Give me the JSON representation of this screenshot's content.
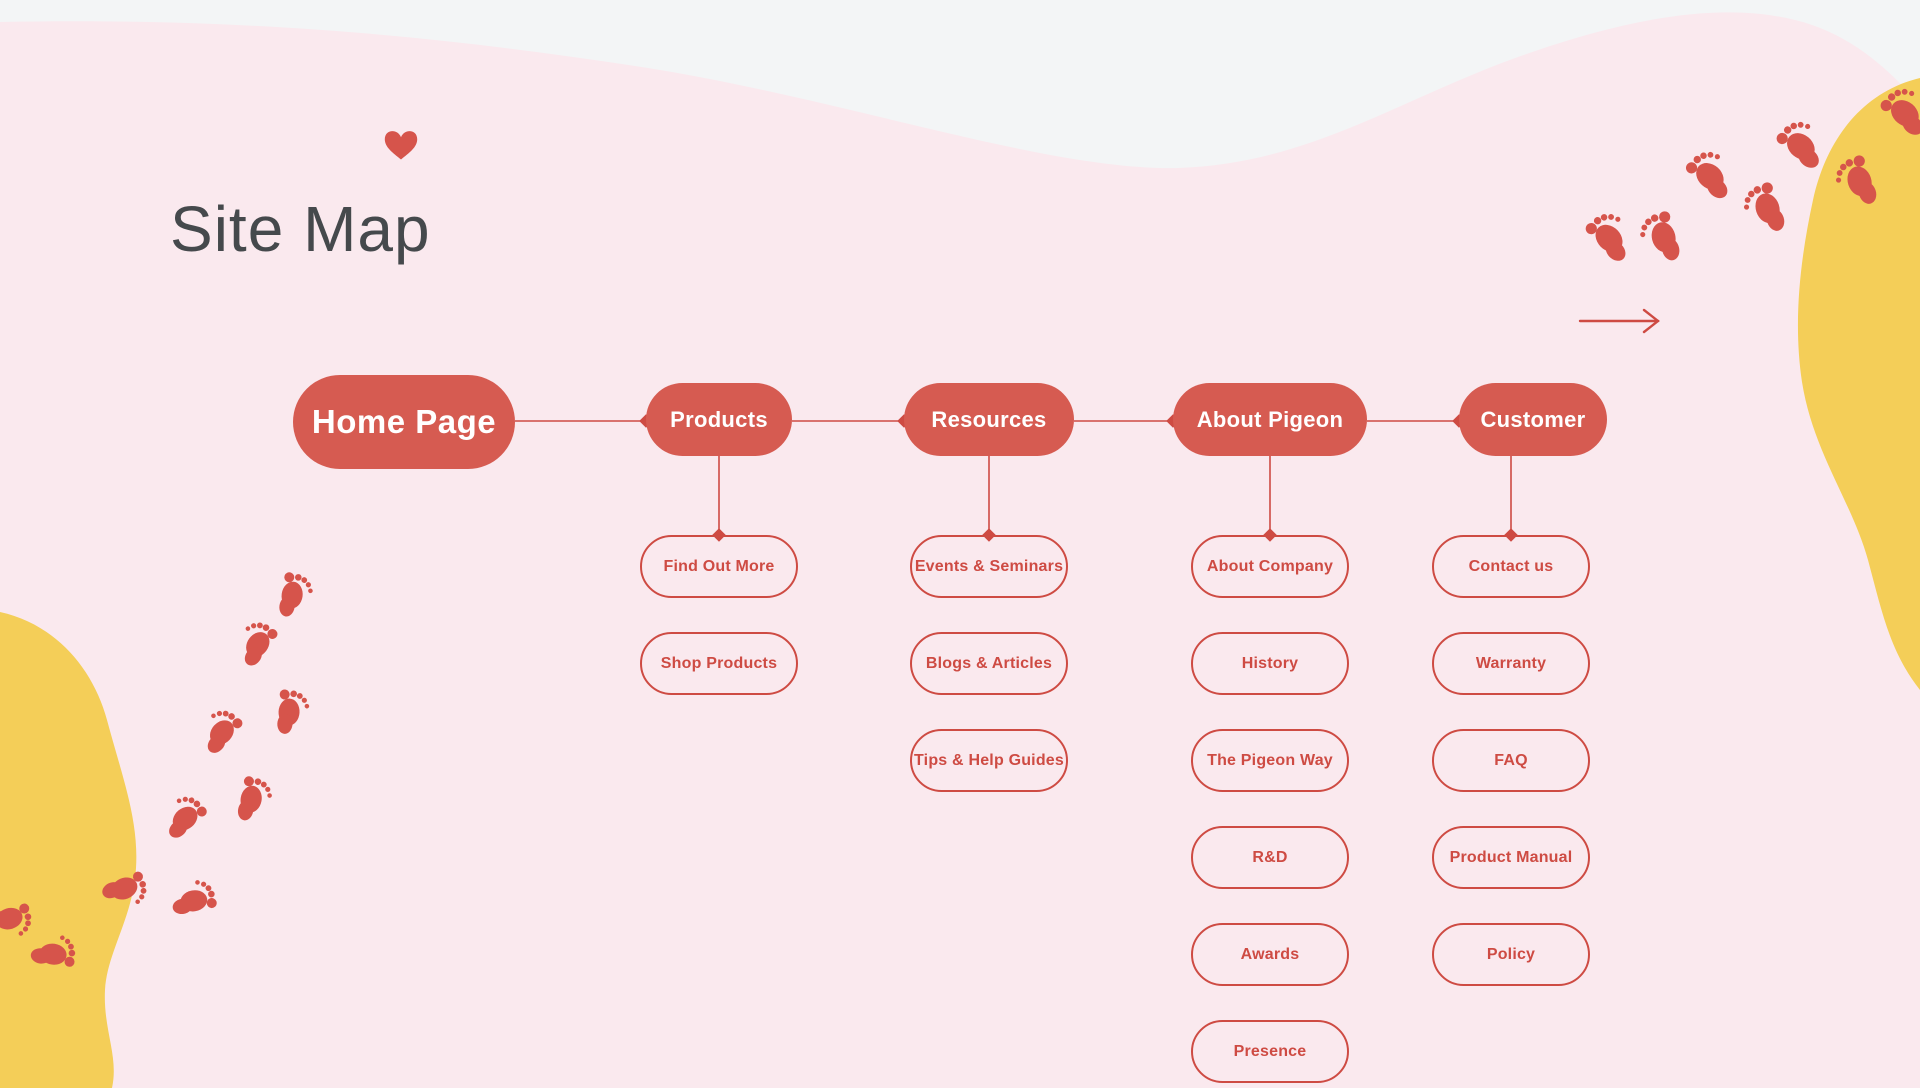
{
  "page": {
    "title": "Site Map"
  },
  "tree": {
    "root": {
      "label": "Home Page"
    },
    "branches": [
      {
        "label": "Products",
        "children": [
          "Find Out More",
          "Shop Products"
        ]
      },
      {
        "label": "Resources",
        "children": [
          "Events & Seminars",
          "Blogs & Articles",
          "Tips & Help Guides"
        ]
      },
      {
        "label": "About Pigeon",
        "children": [
          "About Company",
          "History",
          "The Pigeon Way",
          "R&D",
          "Awards",
          "Presence"
        ]
      },
      {
        "label": "Customer",
        "children": [
          "Contact us",
          "Warranty",
          "FAQ",
          "Product Manual",
          "Policy"
        ]
      }
    ]
  },
  "icons": {
    "heart": "heart-icon",
    "arrow": "arrow-right-icon",
    "footprints": "footprint-icon"
  },
  "colors": {
    "background_pink": "#fae9ee",
    "wave_white": "#f3f5f6",
    "node_red": "#d65b51",
    "line_red": "#ce4b43",
    "blob_yellow": "#f4ce58",
    "title_gray": "#45494c"
  }
}
